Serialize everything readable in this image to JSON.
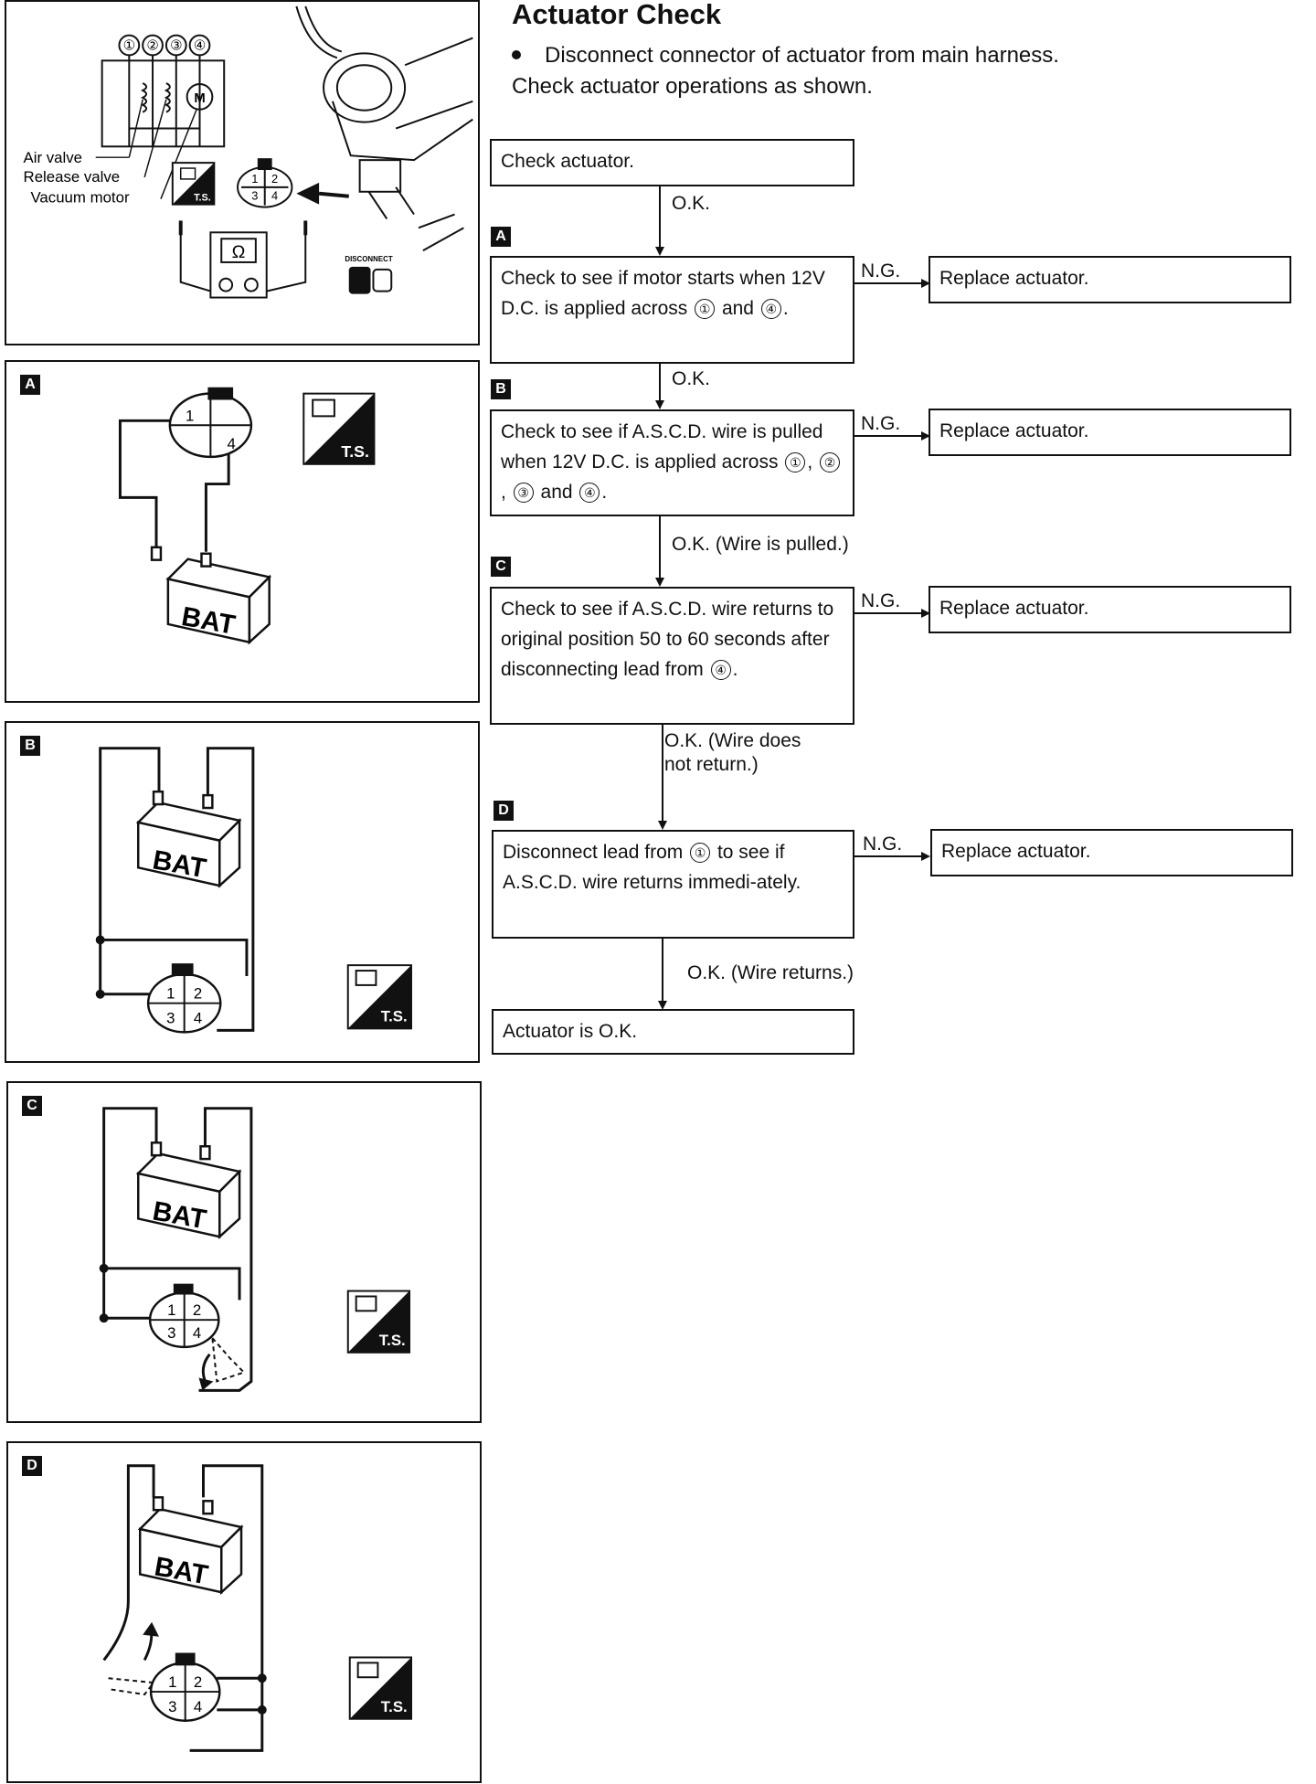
{
  "header": {
    "title": "Actuator Check",
    "intro_line1": "Disconnect connector of actuator from main harness.",
    "intro_line2": "Check actuator operations as shown."
  },
  "top_diagram": {
    "terminals": [
      "①",
      "②",
      "③",
      "④"
    ],
    "motor_symbol": "M",
    "labels": [
      "Air valve",
      "Release valve",
      "Vacuum motor"
    ],
    "meter_symbol": "Ω",
    "ts_label": "T.S.",
    "disconnect_label": "DISCONNECT"
  },
  "panels": [
    {
      "tag": "A",
      "battery_label": "BAT",
      "ts_label": "T.S.",
      "connector": [
        "1",
        "4"
      ]
    },
    {
      "tag": "B",
      "battery_label": "BAT",
      "ts_label": "T.S.",
      "connector": [
        "1",
        "2",
        "3",
        "4"
      ]
    },
    {
      "tag": "C",
      "battery_label": "BAT",
      "ts_label": "T.S.",
      "connector": [
        "1",
        "2",
        "3",
        "4"
      ]
    },
    {
      "tag": "D",
      "battery_label": "BAT",
      "ts_label": "T.S.",
      "connector": [
        "1",
        "2",
        "3",
        "4"
      ]
    }
  ],
  "flow": {
    "start": "Check actuator.",
    "ok1": "O.K.",
    "step_a": {
      "tag": "A",
      "text_pre": "Check to see if motor starts when 12V D.C. is applied across",
      "t1": "①",
      "and": "and",
      "t2": "④",
      "end": "."
    },
    "ok2": "O.K.",
    "step_b": {
      "tag": "B",
      "text_pre": "Check to see if A.S.C.D. wire is pulled when 12V D.C. is applied across",
      "t1": "①",
      "t2": "②",
      "t3": "③",
      "and": "and",
      "t4": "④",
      "end": "."
    },
    "ok3": "O.K. (Wire is pulled.)",
    "step_c": {
      "tag": "C",
      "text_pre": "Check to see if A.S.C.D. wire returns to original position 50 to 60 seconds after disconnecting lead from",
      "t1": "④",
      "end": "."
    },
    "ok4_line1": "O.K. (Wire does",
    "ok4_line2": "not return.)",
    "step_d": {
      "tag": "D",
      "text_pre": "Disconnect lead from",
      "t1": "①",
      "text_post": "to see if A.S.C.D. wire returns immedi-ately."
    },
    "ok5": "O.K. (Wire returns.)",
    "end": "Actuator is O.K.",
    "ng_label": "N.G.",
    "replace": "Replace actuator."
  }
}
